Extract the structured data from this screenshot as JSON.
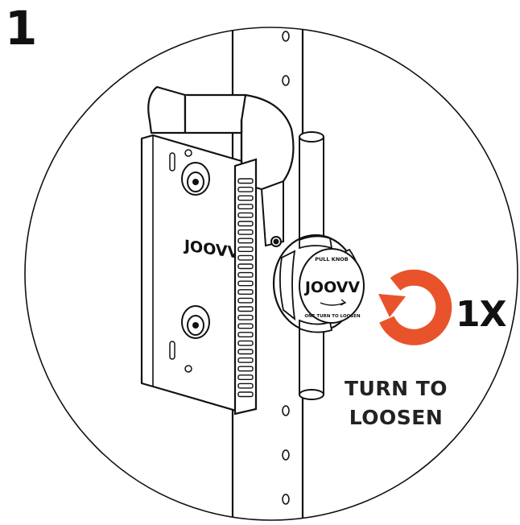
{
  "step": {
    "number": "1"
  },
  "brand": {
    "bracket_logo": "JOOVV",
    "knob_logo": "JOOVV",
    "knob_top_text": "PULL KNOB",
    "knob_bottom_text": "ONE TURN TO LOOSEN"
  },
  "instruction": {
    "turn_count": "1X",
    "line1": "TURN TO",
    "line2": "LOOSEN"
  },
  "colors": {
    "accent": "#E8532B",
    "ink": "#111111",
    "background": "#FFFFFF"
  },
  "icons": {
    "rotation": "counterclockwise-arrow-icon"
  }
}
